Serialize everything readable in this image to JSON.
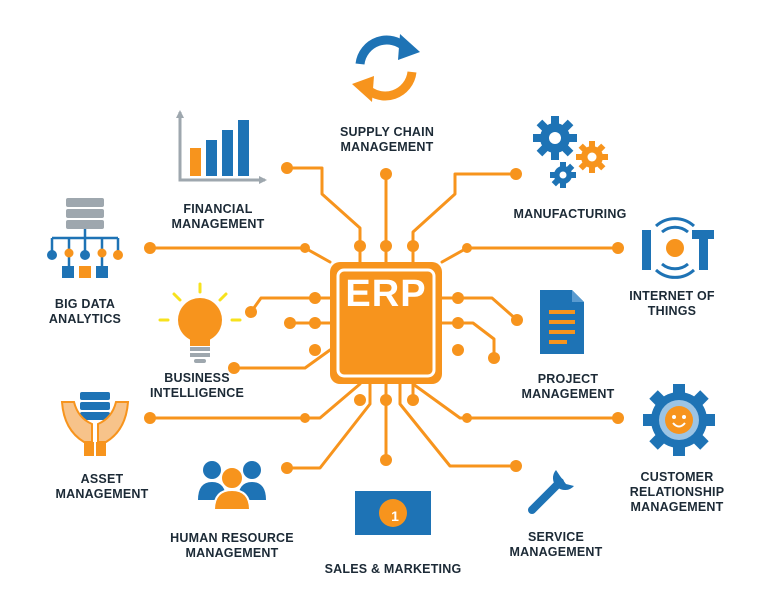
{
  "center": {
    "label": "ERP"
  },
  "modules": {
    "supply_chain": "SUPPLY CHAIN\nMANAGEMENT",
    "financial": "FINANCIAL\nMANAGEMENT",
    "manufacturing": "MANUFACTURING",
    "big_data": "BIG DATA\nANALYTICS",
    "iot": "INTERNET OF\nTHINGS",
    "business_intelligence": "BUSINESS\nINTELLIGENCE",
    "project": "PROJECT\nMANAGEMENT",
    "asset": "ASSET\nMANAGEMENT",
    "crm": "CUSTOMER\nRELATIONSHIP\nMANAGEMENT",
    "human_resource": "HUMAN RESOURCE\nMANAGEMENT",
    "service": "SERVICE\nMANAGEMENT",
    "sales_marketing": "SALES & MARKETING"
  },
  "sales_badge_number": "1",
  "colors": {
    "orange": "#F7941D",
    "blue": "#1E73B5",
    "dark_text": "#1C2A36",
    "gray": "#9EA7AE"
  },
  "icons": {
    "supply_chain": "cycle-arrows-icon",
    "financial": "bar-chart-icon",
    "manufacturing": "gears-icon",
    "big_data": "server-network-icon",
    "iot": "iot-signal-icon",
    "business_intelligence": "lightbulb-icon",
    "project": "document-icon",
    "asset": "hands-database-icon",
    "crm": "smiley-gear-icon",
    "human_resource": "people-group-icon",
    "service": "wrench-icon",
    "sales_marketing": "banknote-icon"
  }
}
